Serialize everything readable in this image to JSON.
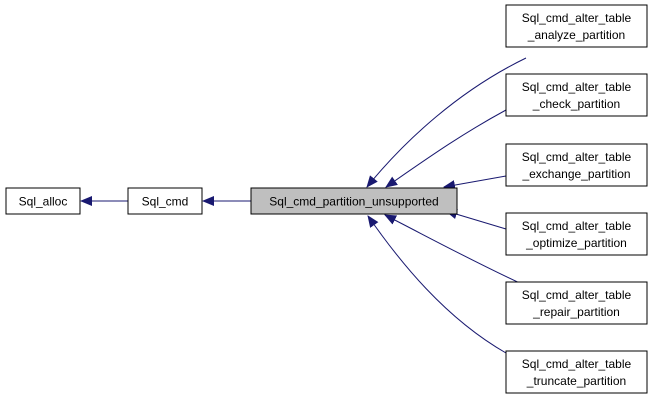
{
  "diagram": {
    "nodes": {
      "sql_alloc": {
        "label": "Sql_alloc"
      },
      "sql_cmd": {
        "label": "Sql_cmd"
      },
      "partition_unsupported": {
        "label": "Sql_cmd_partition_unsupported",
        "highlighted": true
      },
      "analyze": {
        "line1": "Sql_cmd_alter_table",
        "line2": "_analyze_partition"
      },
      "check": {
        "line1": "Sql_cmd_alter_table",
        "line2": "_check_partition"
      },
      "exchange": {
        "line1": "Sql_cmd_alter_table",
        "line2": "_exchange_partition"
      },
      "optimize": {
        "line1": "Sql_cmd_alter_table",
        "line2": "_optimize_partition"
      },
      "repair": {
        "line1": "Sql_cmd_alter_table",
        "line2": "_repair_partition"
      },
      "truncate": {
        "line1": "Sql_cmd_alter_table",
        "line2": "_truncate_partition"
      }
    },
    "colors": {
      "edge": "#191970",
      "node_border": "#000000",
      "node_fill": "#ffffff",
      "highlight_fill": "#bfbfbf"
    }
  }
}
